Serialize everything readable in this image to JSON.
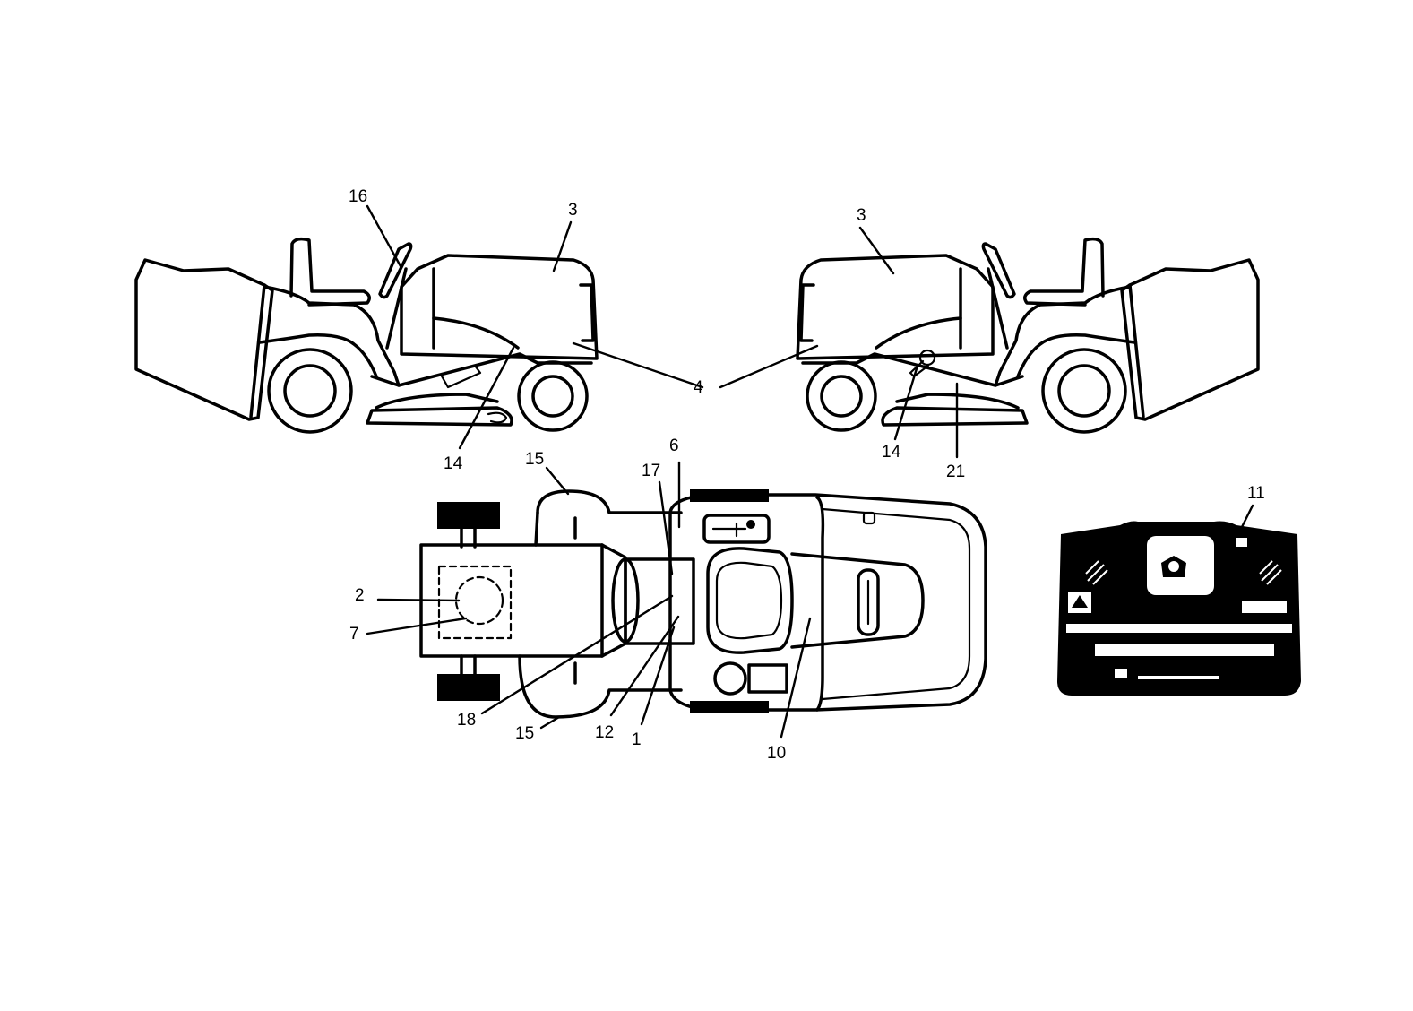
{
  "callouts": {
    "c16": "16",
    "c3_left": "3",
    "c3_right": "3",
    "c4": "4",
    "c14_left": "14",
    "c14_right": "14",
    "c21": "21",
    "c15_top": "15",
    "c15_bottom": "15",
    "c17": "17",
    "c6": "6",
    "c2": "2",
    "c7": "7",
    "c18": "18",
    "c12": "12",
    "c1": "1",
    "c10": "10",
    "c11": "11"
  },
  "colors": {
    "ink": "#000000",
    "paper": "#ffffff"
  }
}
